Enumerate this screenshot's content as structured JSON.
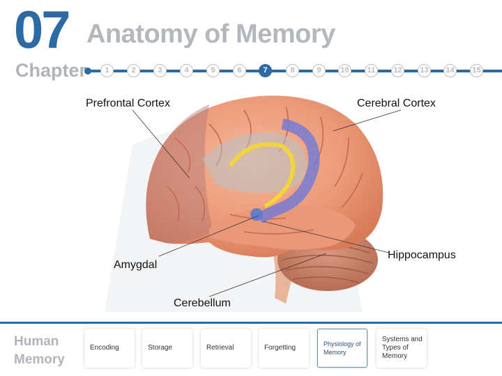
{
  "header": {
    "chapter_number": "07",
    "chapter_word": "Chapter",
    "title": "Anatomy of Memory",
    "accent_color": "#2b6aa3"
  },
  "chapter_nav": {
    "items": [
      "1",
      "2",
      "3",
      "4",
      "5",
      "6",
      "7",
      "8",
      "9",
      "10",
      "11",
      "12",
      "13",
      "14",
      "15"
    ],
    "active": "7"
  },
  "figure": {
    "labels": {
      "prefrontal": "Prefrontal Cortex",
      "cerebral": "Cerebral Cortex",
      "hippocampus": "Hippocampus",
      "amygdal": "Amygdal",
      "cerebellum": "Cerebellum"
    }
  },
  "footer": {
    "book_title": "Human\nMemory",
    "topics": [
      "Encoding",
      "Storage",
      "Retrieval",
      "Forgetting",
      "Physiology of Memory",
      "Systems and Types of Memory"
    ],
    "active_topic": "Physiology of Memory"
  }
}
